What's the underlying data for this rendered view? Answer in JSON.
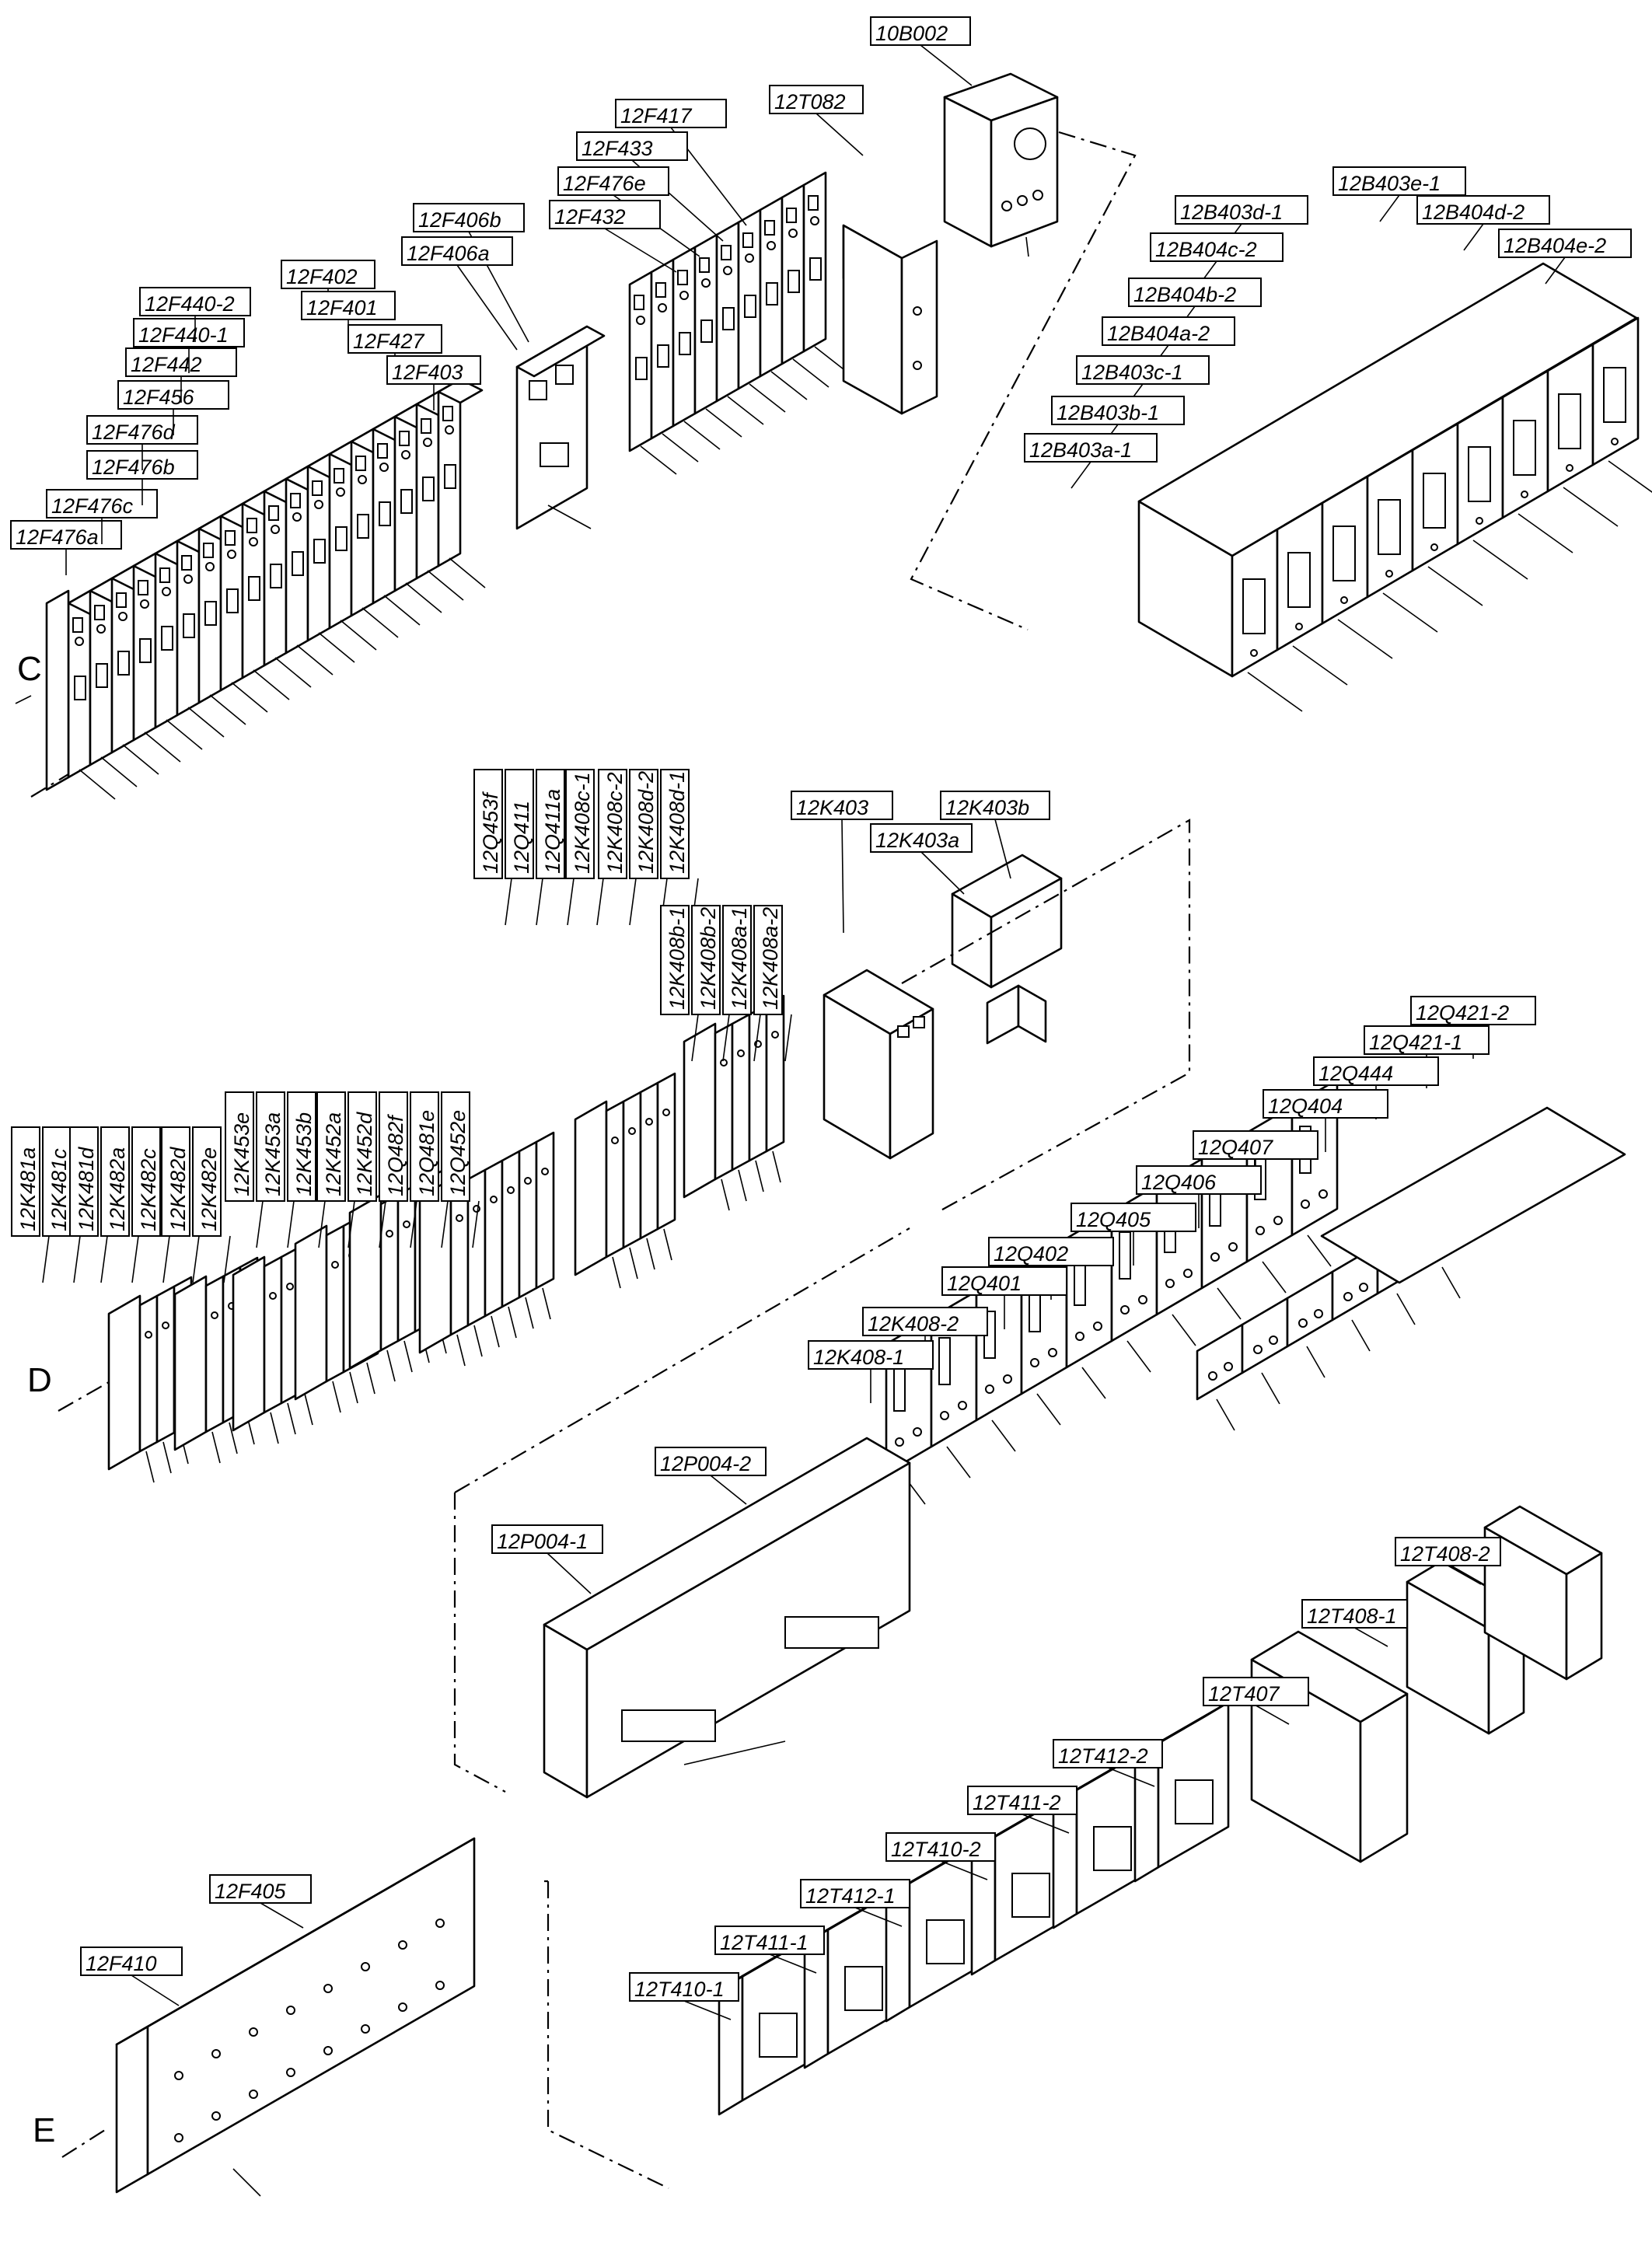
{
  "rows": [
    {
      "letter": "C"
    },
    {
      "letter": "D"
    },
    {
      "letter": "E"
    }
  ],
  "labels_row_c": {
    "breakers_left": [
      "12F476a",
      "12F476c",
      "12F476b",
      "12F476d",
      "12F456",
      "12F442",
      "12F440-1",
      "12F440-2",
      "12F402",
      "12F401",
      "12F427",
      "12F403"
    ],
    "breaker_pair": [
      "12F406b",
      "12F406a"
    ],
    "breakers_mid": [
      "12F417",
      "12F433",
      "12F476e",
      "12F432"
    ],
    "transformer": "12T082",
    "thermostat": "10B002",
    "modules_right": [
      "12B403e-1",
      "12B403d-1",
      "12B404d-2",
      "12B404c-2",
      "12B404e-2",
      "12B404b-2",
      "12B404a-2",
      "12B403c-1",
      "12B403b-1",
      "12B403a-1"
    ]
  },
  "labels_row_d": {
    "vertical": [
      "12K481a",
      "12K481c",
      "12K481d",
      "12K482a",
      "12K482c",
      "12K482d",
      "12K482e",
      "12K453e",
      "12K453a",
      "12K453b",
      "12K452a",
      "12K452d",
      "12Q482f",
      "12Q481e",
      "12Q452e",
      "12Q453f",
      "12Q411",
      "12Q411a",
      "12K408c-1",
      "12K408c-2",
      "12K408d-2",
      "12K408d-1",
      "12K408b-1",
      "12K408b-2",
      "12K408a-1",
      "12K408a-2"
    ],
    "relay": [
      "12K403",
      "12K403a",
      "12K403b"
    ],
    "contactors": [
      "12Q421-2",
      "12Q421-1",
      "12Q444",
      "12Q404",
      "12Q407",
      "12Q406",
      "12Q405",
      "12Q402",
      "12Q401",
      "12K408-2",
      "12K408-1"
    ],
    "meters": [
      "12P004-2",
      "12P004-1"
    ]
  },
  "labels_row_e": {
    "breakers": [
      "12F405",
      "12F410"
    ],
    "transformers_large": [
      "12T408-2",
      "12T408-1",
      "12T407"
    ],
    "transformers_small": [
      "12T412-2",
      "12T411-2",
      "12T410-2",
      "12T412-1",
      "12T411-1",
      "12T410-1"
    ]
  }
}
